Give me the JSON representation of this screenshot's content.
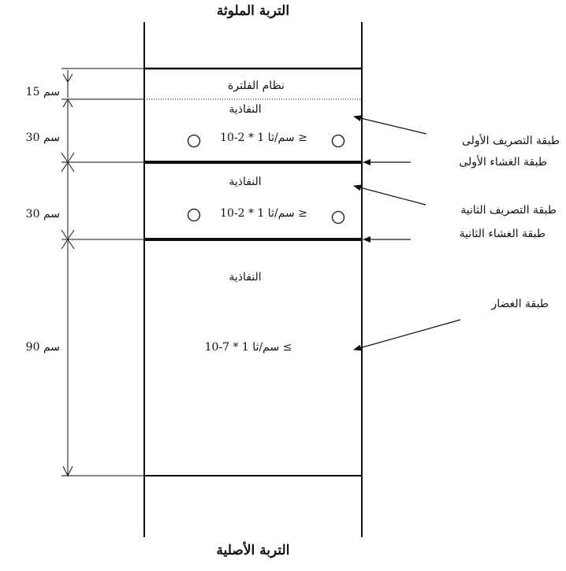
{
  "labels": {
    "top_title": "التربة الملوثة",
    "bottom_title": "التربة الأصلية",
    "filter_system": "نظام الفلترة",
    "permeability_1": "النفاذية",
    "permeability_2": "النفاذية",
    "permeability_3": "النفاذية",
    "formula_1": "10-2 * 1 سم/ثا ≥",
    "formula_2": "10-2 * 1 سم/ثا ≥",
    "formula_3": "10-7 * 1 سم/ثا ≤",
    "drain_layer_1": "طبقة التصريف الأولى",
    "membrane_layer_1": "طبقة الغشاء الأولى",
    "drain_layer_2": "طبقة التصريف الثانية",
    "membrane_layer_2": "طبقة الغشاء الثانية",
    "clay_layer": "طبقة الغضار"
  },
  "dimensions": {
    "dim_15": "15 سم",
    "dim_30a": "30 سم",
    "dim_30b": "30 سم",
    "dim_90": "90 سم"
  }
}
